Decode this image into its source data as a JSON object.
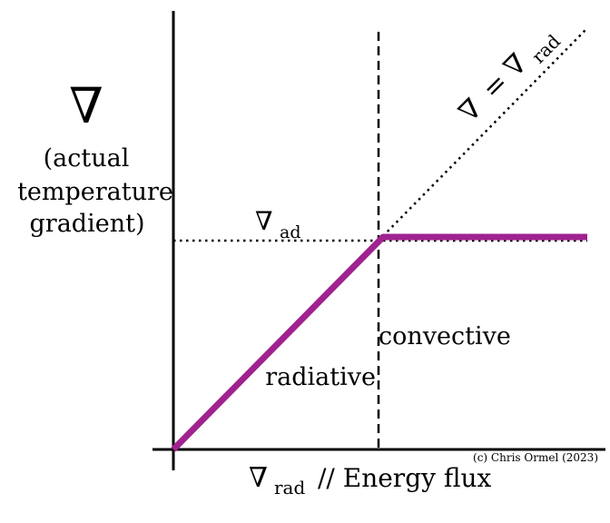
{
  "diagram": {
    "y_axis": {
      "symbol": "∇",
      "label_lines": [
        "(actual",
        "temperature",
        "gradient)"
      ]
    },
    "x_axis": {
      "symbol": "∇",
      "subscript": "rad",
      "label": "// Energy flux"
    },
    "adiabatic_label": {
      "symbol": "∇",
      "subscript": "ad"
    },
    "diagonal_label": {
      "lhs": "∇",
      "equals": "=",
      "rhs": "∇",
      "subscript": "rad"
    },
    "regions": {
      "left": "radiative",
      "right": "convective"
    },
    "credit": "(c) Chris Ormel (2023)",
    "colors": {
      "actual_gradient": "#a0228f",
      "axes": "#000000"
    }
  }
}
